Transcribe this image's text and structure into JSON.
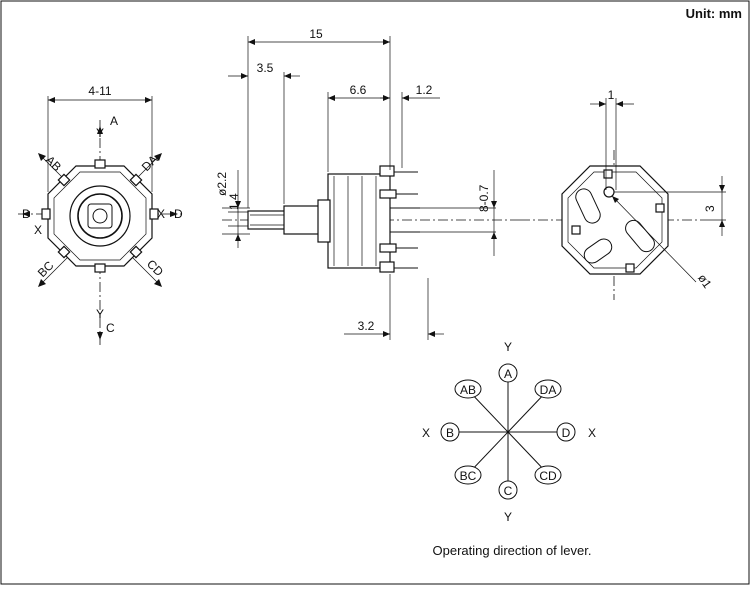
{
  "unit_label": "Unit: mm",
  "dims": {
    "d_4_11": "4-11",
    "d_15": "15",
    "d_3_5": "3.5",
    "d_6_6": "6.6",
    "d_1_2": "1.2",
    "d_phi2_2": "ø2.2",
    "d_1_4": "1.4",
    "d_8_0_7": "8-0.7",
    "d_3_2": "3.2",
    "d_1": "1",
    "d_3": "3",
    "d_phi1": "ø1"
  },
  "front_labels": {
    "y_top": "Y",
    "a": "A",
    "ab": "AB",
    "da": "DA",
    "b": "B",
    "x_right": "X",
    "d": "D",
    "x_left": "X",
    "bc": "BC",
    "cd": "CD",
    "y_bottom": "Y",
    "c": "C"
  },
  "lever_diagram": {
    "y_top": "Y",
    "y_bottom": "Y",
    "x_left": "X",
    "x_right": "X",
    "directions": [
      "A",
      "DA",
      "D",
      "CD",
      "C",
      "BC",
      "B",
      "AB"
    ],
    "caption": "Operating direction of lever."
  }
}
